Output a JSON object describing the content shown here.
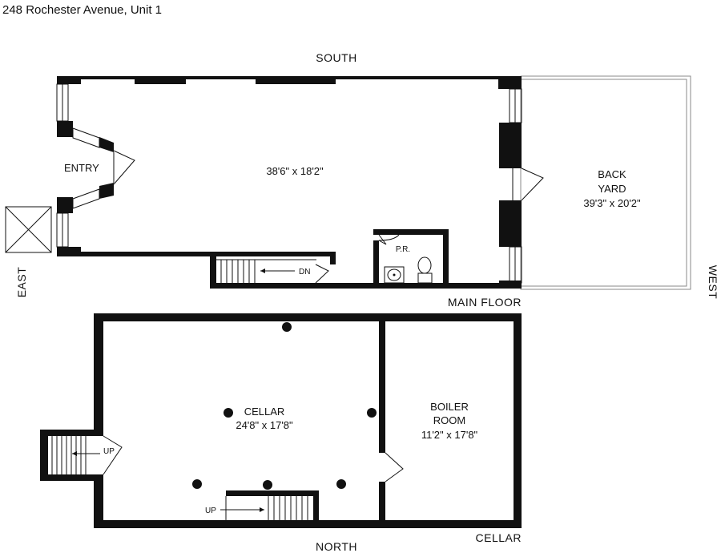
{
  "header": {
    "address": "248 Rochester Avenue, Unit 1"
  },
  "compass": {
    "south": "SOUTH",
    "north": "NORTH",
    "east": "EAST",
    "west": "WEST"
  },
  "floors": {
    "main": "MAIN FLOOR",
    "cellar": "CELLAR"
  },
  "rooms": {
    "entry": "ENTRY",
    "main_room_dims": "38'6\" x 18'2\"",
    "back_yard_l1": "BACK",
    "back_yard_l2": "YARD",
    "back_yard_dims": "39'3\" x 20'2\"",
    "powder_room": "P.R.",
    "cellar_name": "CELLAR",
    "cellar_dims": "24'8\" x 17'8\"",
    "boiler_l1": "BOILER",
    "boiler_l2": "ROOM",
    "boiler_dims": "11'2\" x 17'8\""
  },
  "stairs": {
    "main_down": "DN",
    "cellar_up_left": "UP",
    "cellar_up_bottom": "UP"
  }
}
